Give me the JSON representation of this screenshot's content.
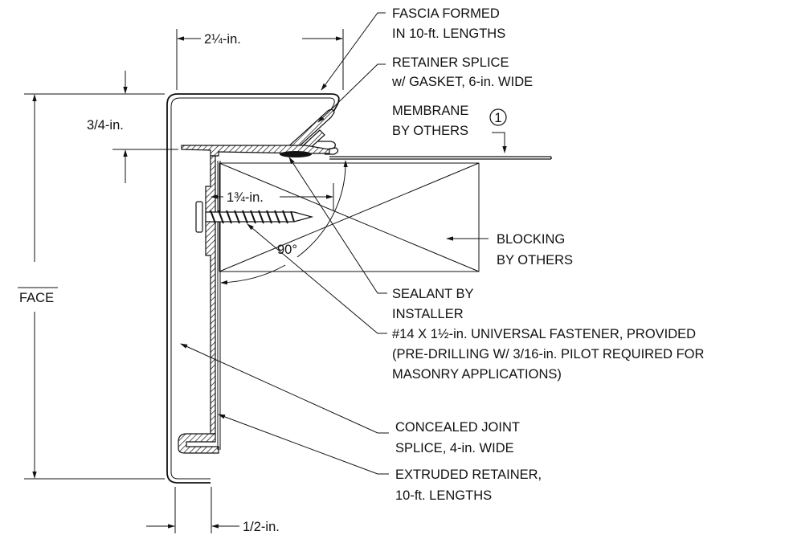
{
  "labels": {
    "fascia": [
      "FASCIA FORMED",
      "IN 10-ft. LENGTHS"
    ],
    "retainer_splice": [
      "RETAINER SPLICE",
      "w/ GASKET, 6-in. WIDE"
    ],
    "membrane": [
      "MEMBRANE",
      "BY OTHERS"
    ],
    "membrane_note": "1",
    "blocking": [
      "BLOCKING",
      "BY OTHERS"
    ],
    "sealant": [
      "SEALANT BY",
      "INSTALLER"
    ],
    "fastener": [
      "#14 X 1½-in. UNIVERSAL FASTENER, PROVIDED",
      "(PRE-DRILLING W/ 3/16-in. PILOT REQUIRED FOR",
      "MASONRY APPLICATIONS)"
    ],
    "concealed_joint": [
      "CONCEALED JOINT",
      "SPLICE, 4-in. WIDE"
    ],
    "extruded_retainer": [
      "EXTRUDED RETAINER,",
      "10-ft. LENGTHS"
    ]
  },
  "dimensions": {
    "top_width": "2¼-in.",
    "lip": "3/4-in.",
    "face": "FACE",
    "embed": "1¾-in.",
    "angle": "90°",
    "gap": "1/2-in."
  }
}
